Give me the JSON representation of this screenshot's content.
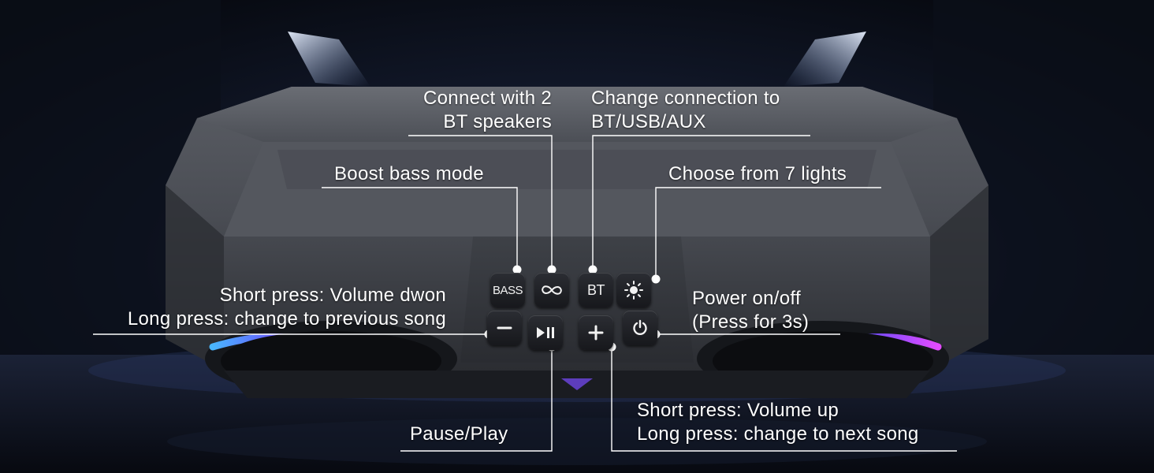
{
  "colors": {
    "background": "#0a0d16",
    "speaker_body": "#4a4d54",
    "button": "#1c1d22",
    "callout_line": "#ffffff",
    "light_blue": "#4aa8ff",
    "light_magenta": "#d44bff"
  },
  "callouts": {
    "connect_two": {
      "line1": "Connect with 2",
      "line2": "BT speakers"
    },
    "change_connection": {
      "line1": "Change connection to",
      "line2": "BT/USB/AUX"
    },
    "boost_bass": {
      "line1": "Boost bass mode"
    },
    "choose_lights": {
      "line1": "Choose from 7 lights"
    },
    "volume_down": {
      "line1": "Short press: Volume dwon",
      "line2": "Long press: change to previous song"
    },
    "power": {
      "line1": "Power on/off",
      "line2": "(Press for 3s)"
    },
    "volume_up": {
      "line1": "Short press: Volume up",
      "line2": "Long press: change to next song"
    },
    "pause_play": {
      "line1": "Pause/Play"
    }
  },
  "buttons": {
    "bass": {
      "label": "BASS"
    },
    "tws": {
      "icon": "infinity-icon"
    },
    "bt": {
      "label": "BT"
    },
    "light": {
      "icon": "sun-icon"
    },
    "minus": {
      "icon": "minus-icon"
    },
    "play_pause": {
      "icon": "play-pause-icon"
    },
    "plus": {
      "icon": "plus-icon"
    },
    "power": {
      "icon": "power-icon"
    }
  }
}
